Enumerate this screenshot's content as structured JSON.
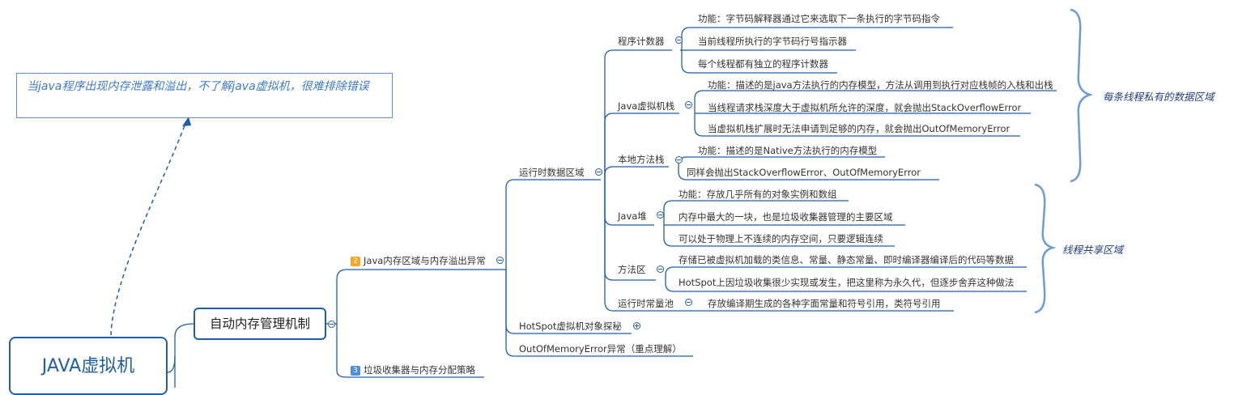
{
  "colors": {
    "line": "#1f5ea8",
    "brace": "#6f9bd4",
    "note_text": "#3d79c4",
    "badge_2": "#f5a623",
    "badge_3": "#4a8fe0"
  },
  "root": {
    "label": "JAVA虚拟机"
  },
  "main": {
    "label": "自动内存管理机制"
  },
  "note": {
    "text": "当java程序出现内存泄露和溢出，不了解java虚拟机，很难排除错误"
  },
  "sections": [
    {
      "badge": "2",
      "label": "Java内存区域与内存溢出异常"
    },
    {
      "badge": "3",
      "label": "垃圾收集器与内存分配策略"
    }
  ],
  "level3": {
    "runtime": "运行时数据区域",
    "hotspot": "HotSpot虚拟机对象探秘",
    "oom": "OutOfMemoryError异常（重点理解）"
  },
  "areas": {
    "pc": {
      "label": "程序计数器",
      "items": [
        "功能：字节码解释器通过它来选取下一条执行的字节码指令",
        "当前线程所执行的字节码行号指示器",
        "每个线程都有独立的程序计数器"
      ]
    },
    "jvm_stack": {
      "label": "Java虚拟机栈",
      "items": [
        "功能：描述的是java方法执行的内存模型，方法从调用到执行对应栈帧的入栈和出栈",
        "当线程请求栈深度大于虚拟机所允许的深度，就会抛出StackOverflowError",
        "当虚拟机栈扩展时无法申请到足够的内存，就会抛出OutOfMemoryError"
      ]
    },
    "native_stack": {
      "label": "本地方法栈",
      "items": [
        "功能：描述的是Native方法执行的内存模型",
        "同样会抛出StackOverflowError、OutOfMemoryError"
      ]
    },
    "heap": {
      "label": "Java堆",
      "items": [
        "功能：存放几乎所有的对象实例和数组",
        "内存中最大的一块，也是垃圾收集器管理的主要区域",
        "可以处于物理上不连续的内存空间，只要逻辑连续"
      ]
    },
    "method_area": {
      "label": "方法区",
      "items": [
        "存储已被虚拟机加载的类信息、常量、静态常量、即时编译器编译后的代码等数据",
        "HotSpot上因垃圾收集很少实现或发生，把这里称为永久代，但逐步舍弃这种做法"
      ]
    },
    "const_pool": {
      "label": "运行时常量池",
      "items": [
        "存放编译期生成的各种字面常量和符号引用，类符号引用"
      ]
    }
  },
  "regions": {
    "private": "每条线程私有的数据区域",
    "shared": "线程共享区域"
  }
}
